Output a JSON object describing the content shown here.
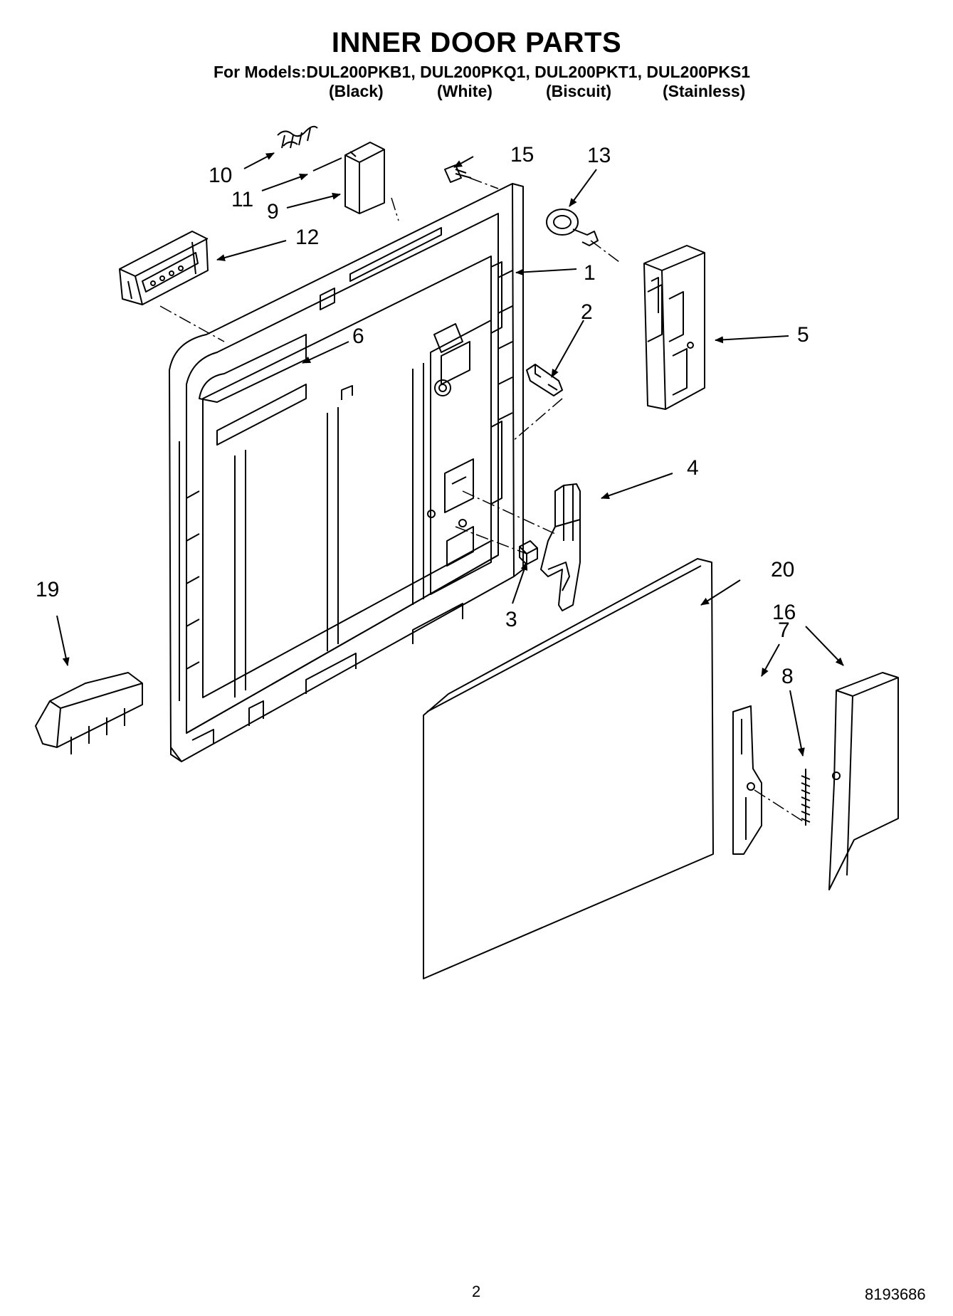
{
  "header": {
    "title": "INNER DOOR PARTS",
    "models_line": "For Models:DUL200PKB1, DUL200PKQ1, DUL200PKT1, DUL200PKS1",
    "variants": [
      "(Black)",
      "(White)",
      "(Biscuit)",
      "(Stainless)"
    ]
  },
  "callouts": {
    "c1": "1",
    "c2": "2",
    "c3": "3",
    "c4": "4",
    "c5": "5",
    "c6": "6",
    "c7": "7",
    "c8": "8",
    "c9": "9",
    "c10": "10",
    "c11": "11",
    "c12": "12",
    "c13": "13",
    "c15": "15",
    "c16": "16",
    "c19": "19",
    "c20": "20"
  },
  "footer": {
    "page_number": "2",
    "document_number": "8193686"
  }
}
